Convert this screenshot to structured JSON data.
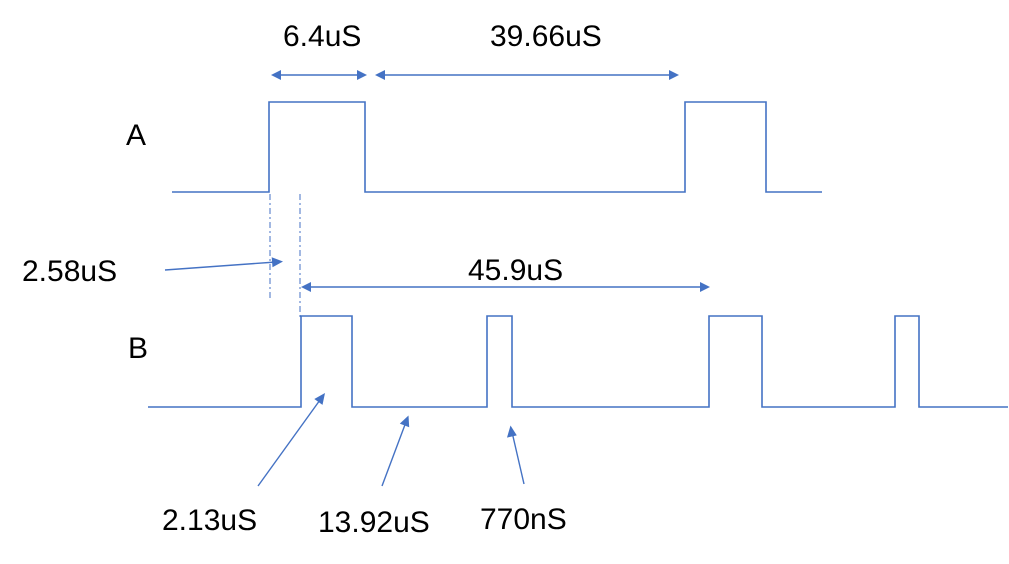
{
  "signals": {
    "a_label": "A",
    "b_label": "B"
  },
  "measurements": {
    "a_pulse_width": "6.4uS",
    "a_low_time": "39.66uS",
    "a_to_b_delay": "2.58uS",
    "b_period": "45.9uS",
    "b_edge_annot": "2.13uS",
    "b_low_annot": "13.92uS",
    "b_short_pulse": "770nS"
  },
  "colors": {
    "waveform": "#4472C4",
    "text": "#000000"
  }
}
